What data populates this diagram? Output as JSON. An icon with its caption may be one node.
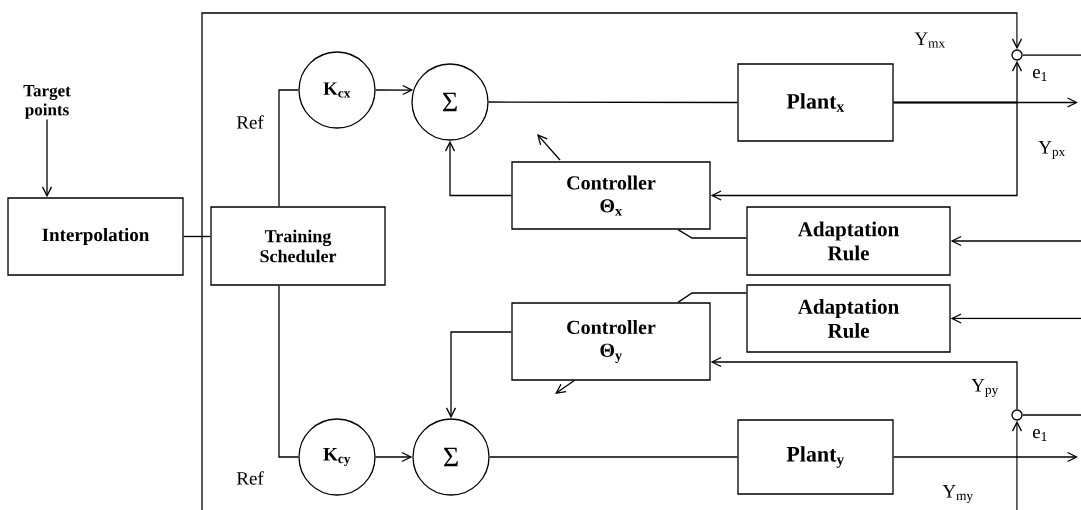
{
  "diagram": {
    "nodes": [
      {
        "text": [
          "Target points"
        ]
      },
      {
        "text": [
          "Interpolation"
        ]
      },
      {
        "text": [
          "Training Scheduler"
        ]
      },
      {
        "text": [
          "K$_{cx}$"
        ]
      },
      {
        "text": [
          "Σ"
        ]
      },
      {
        "text": [
          "Plant$_{x}$"
        ]
      },
      {
        "text": [
          "Controller Θ$_{x}$"
        ]
      },
      {
        "text": [
          "Adaptation Rule"
        ]
      },
      {
        "text": [
          "Adaptation Rule"
        ]
      },
      {
        "text": [
          "Controller Θ$_{y}$"
        ]
      },
      {
        "text": [
          "Σ"
        ]
      },
      {
        "text": [
          "K$_{cy}$"
        ]
      },
      {
        "text": [
          "Plant$_{y}$"
        ]
      },
      {
        "text": [],
        "shape": "circle"
      },
      {
        "text": [],
        "shape": "circle"
      }
    ],
    "edges": [
      {
        "from": 0,
        "to": 1,
        "arrow": "to"
      },
      {
        "from": 1,
        "to": 2,
        "arrow": "none"
      },
      {
        "from": 2,
        "to": 3,
        "arrow": "none",
        "label": "Ref"
      },
      {
        "from": 2,
        "to": 11,
        "arrow": "none",
        "label": "Ref"
      },
      {
        "from": 3,
        "to": 4,
        "arrow": "to"
      },
      {
        "from": 4,
        "to": 5,
        "arrow": "none"
      },
      {
        "from": 5,
        "to": null,
        "arrow": "to"
      },
      {
        "from": 5,
        "to": 13,
        "arrow": "to",
        "label": "Y$_{px}$"
      },
      {
        "from": 5,
        "to": 6,
        "arrow": "to"
      },
      {
        "from": null,
        "to": 13,
        "arrow": "to",
        "label": "Y$_{mx}$"
      },
      {
        "from": 13,
        "to": null,
        "arrow": "none",
        "label": "e$_{1}$"
      },
      {
        "from": null,
        "to": 7,
        "arrow": "to"
      },
      {
        "from": 7,
        "to": 6,
        "arrow": "none"
      },
      {
        "from": 6,
        "to": 4,
        "arrow": "to"
      },
      {
        "from": null,
        "to": 8,
        "arrow": "to"
      },
      {
        "from": 8,
        "to": 9,
        "arrow": "none"
      },
      {
        "from": 9,
        "to": 10,
        "arrow": "to"
      },
      {
        "from": 11,
        "to": 10,
        "arrow": "to"
      },
      {
        "from": 10,
        "to": 12,
        "arrow": "none"
      },
      {
        "from": 12,
        "to": null,
        "arrow": "to"
      },
      {
        "from": null,
        "to": 14,
        "arrow": "to",
        "label": "Y$_{my}$"
      },
      {
        "from": 14,
        "to": 9,
        "arrow": "to",
        "label": "Y$_{py}$"
      },
      {
        "from": 14,
        "to": null,
        "arrow": "none",
        "label": "e$_{1}$"
      }
    ]
  }
}
